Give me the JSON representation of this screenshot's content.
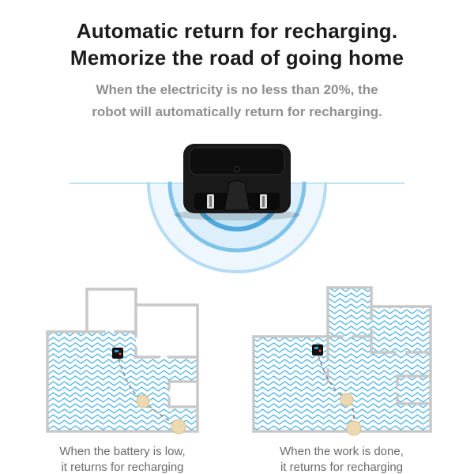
{
  "headline": {
    "line1": "Automatic return for recharging.",
    "line2": "Memorize the road of going home"
  },
  "subtitle": {
    "line1": "When the electricity is no less than 20%, the",
    "line2": "robot will automatically return for recharging."
  },
  "illustration": {
    "name": "charging-dock-with-signal-arcs",
    "baseline_color": "#bfe2f4",
    "signal_color_inner": "#4fa9de",
    "signal_color_mid": "#7fc3ea",
    "signal_color_outer": "#b5dcf3",
    "dock_color": "#191919",
    "contact_color": "#dcdcdc"
  },
  "floorplans": {
    "wall_color": "#c8c8c8",
    "cleaning_path_color": "#45b0e5",
    "dock_marker_color": "#111111",
    "robot_color": "#ecd9b2",
    "return_route_color": "#8a8a8a",
    "left_caption": {
      "line1": "When the battery is low,",
      "line2": "it returns for recharging"
    },
    "right_caption": {
      "line1": "When the work is done,",
      "line2": "it returns for recharging"
    }
  },
  "text_colors": {
    "headline": "#1b1b1b",
    "subtitle": "#8f8f8f",
    "caption": "#6a6a6a"
  }
}
